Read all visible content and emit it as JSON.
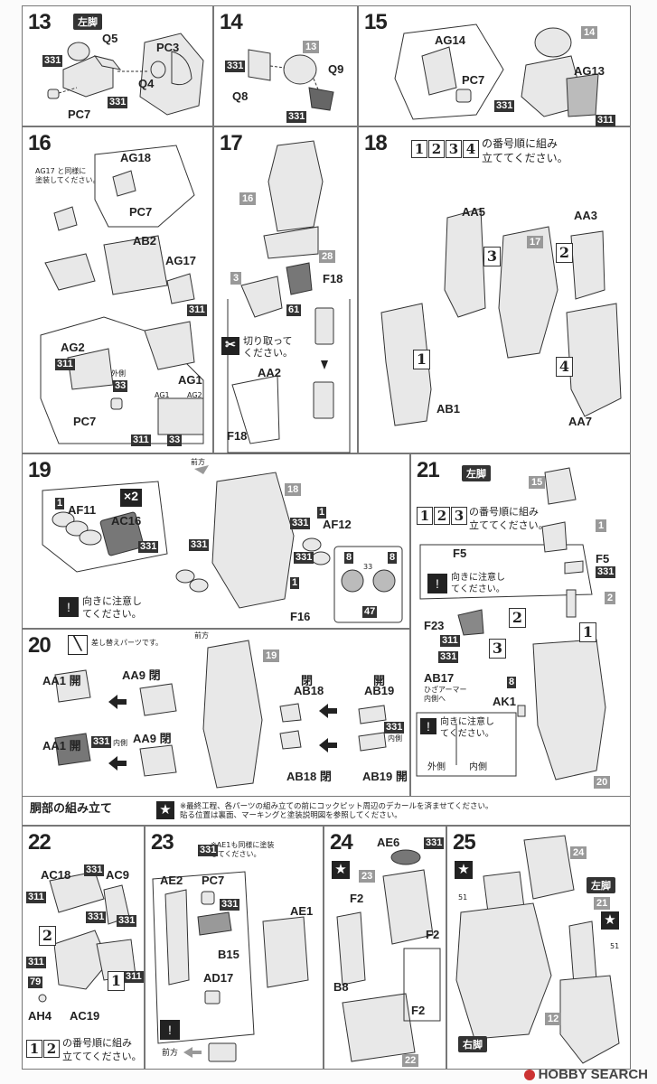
{
  "steps": {
    "s13": {
      "num": "13",
      "side": "左脚",
      "parts": [
        "Q5",
        "331",
        "331",
        "PC3",
        "Q4",
        "PC7"
      ]
    },
    "s14": {
      "num": "14",
      "parts": [
        "13",
        "331",
        "Q8",
        "Q9",
        "331"
      ]
    },
    "s15": {
      "num": "15",
      "parts": [
        "AG14",
        "PC7",
        "14",
        "AG13",
        "331",
        "311"
      ]
    },
    "s16": {
      "num": "16",
      "note": "AG17 と同様に\n塗装してください。",
      "parts": [
        "AG18",
        "PC7",
        "AB2",
        "AG17",
        "311",
        "AG2",
        "311",
        "33",
        "外側",
        "PC7",
        "AG1",
        "AG1",
        "AG2",
        "311",
        "33"
      ]
    },
    "s17": {
      "num": "17",
      "cut": "切り取って\nください。",
      "parts": [
        "16",
        "28",
        "3",
        "F18",
        "61",
        "AA2",
        "F18"
      ]
    },
    "s18": {
      "num": "18",
      "order": [
        "1",
        "2",
        "3",
        "4"
      ],
      "order_text": "の番号順に組み\n立ててください。",
      "parts": [
        "AA5",
        "AA3",
        "17",
        "AB1",
        "AA7"
      ],
      "steps": [
        "1",
        "2",
        "3",
        "4"
      ]
    },
    "s19": {
      "num": "19",
      "direction": "前方",
      "multiply": "×2",
      "care": "向きに注意し\nてください。",
      "parts": [
        "1",
        "AF11",
        "AC16",
        "331",
        "18",
        "331",
        "331",
        "1",
        "AF12",
        "331",
        "1",
        "F16",
        "8",
        "33",
        "8",
        "47"
      ]
    },
    "s20": {
      "num": "20",
      "swap": "差し替えパーツです。",
      "direction": "前方",
      "parts": [
        "AA1 開",
        "AA9 閉",
        "AA1 開",
        "331",
        "内側",
        "AA9 閉",
        "19",
        "閉",
        "AB18",
        "開",
        "AB19",
        "331",
        "内側",
        "AB18 閉",
        "AB19 開"
      ]
    },
    "s21": {
      "num": "21",
      "side": "左脚",
      "order": [
        "1",
        "2",
        "3"
      ],
      "order_text": "の番号順に組み\n立ててください。",
      "care1": "向きに注意し\nてください。",
      "care2": "向きに注意し\nてください。",
      "outer": "外側",
      "inner": "内側",
      "knee": "ひざアーマー\n内側へ",
      "parts": [
        "15",
        "1",
        "F5",
        "F5",
        "331",
        "2",
        "F23",
        "311",
        "331",
        "AB17",
        "8",
        "AK1",
        "20"
      ],
      "steps": [
        "1",
        "2",
        "3"
      ]
    },
    "s22": {
      "num": "22",
      "order": [
        "1",
        "2"
      ],
      "order_text": "の番号順に組み\n立ててください。",
      "parts": [
        "AC18",
        "331",
        "AC9",
        "311",
        "331",
        "331",
        "311",
        "79",
        "AH4",
        "AC19",
        "311"
      ],
      "steps": [
        "1",
        "2"
      ]
    },
    "s23": {
      "num": "23",
      "note": "※AE1も同様に塗装\nしてください。",
      "direction": "前方",
      "parts": [
        "331",
        "AE2",
        "PC7",
        "331",
        "B15",
        "AE1",
        "AD17"
      ]
    },
    "s24": {
      "num": "24",
      "parts": [
        "AE6",
        "331",
        "23",
        "F2",
        "F2",
        "B8",
        "F2",
        "22"
      ]
    },
    "s25": {
      "num": "25",
      "side_left": "左脚",
      "side_right": "右脚",
      "parts": [
        "24",
        "21",
        "51",
        "51",
        "12"
      ]
    }
  },
  "section": {
    "title": "胴部の組み立て",
    "note": "※最終工程、各パーツの組み立ての前にコックピット周辺のデカールを済ませてください。\n貼る位置は裏面、マーキングと塗装説明図を参照してください。"
  },
  "watermark": "HOBBY SEARCH"
}
